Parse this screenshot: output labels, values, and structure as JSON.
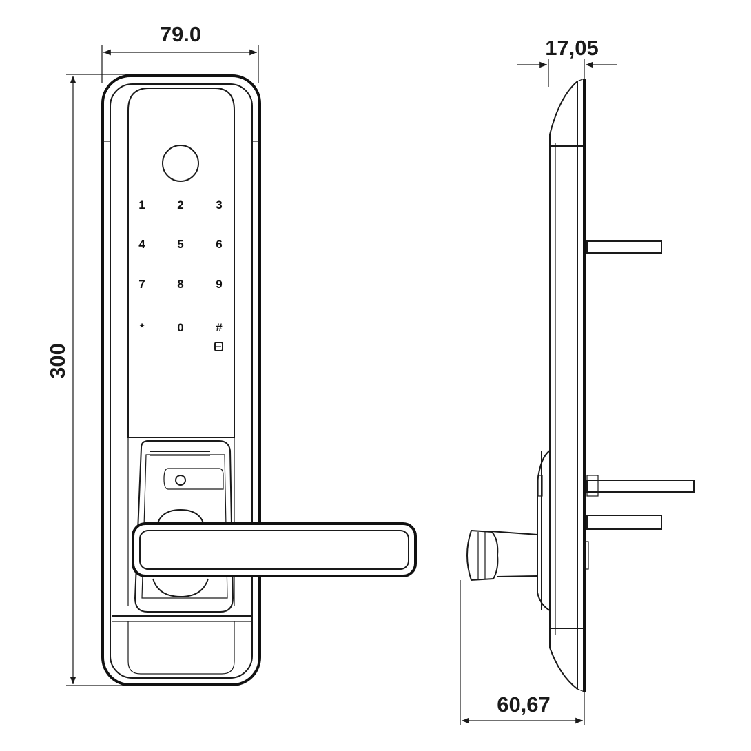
{
  "dimensions": {
    "width": "79.0",
    "height": "300",
    "depth": "17,05",
    "projection": "60,67"
  },
  "keypad": {
    "keys": [
      "1",
      "2",
      "3",
      "4",
      "5",
      "6",
      "7",
      "8",
      "9",
      "*",
      "0",
      "#"
    ]
  }
}
